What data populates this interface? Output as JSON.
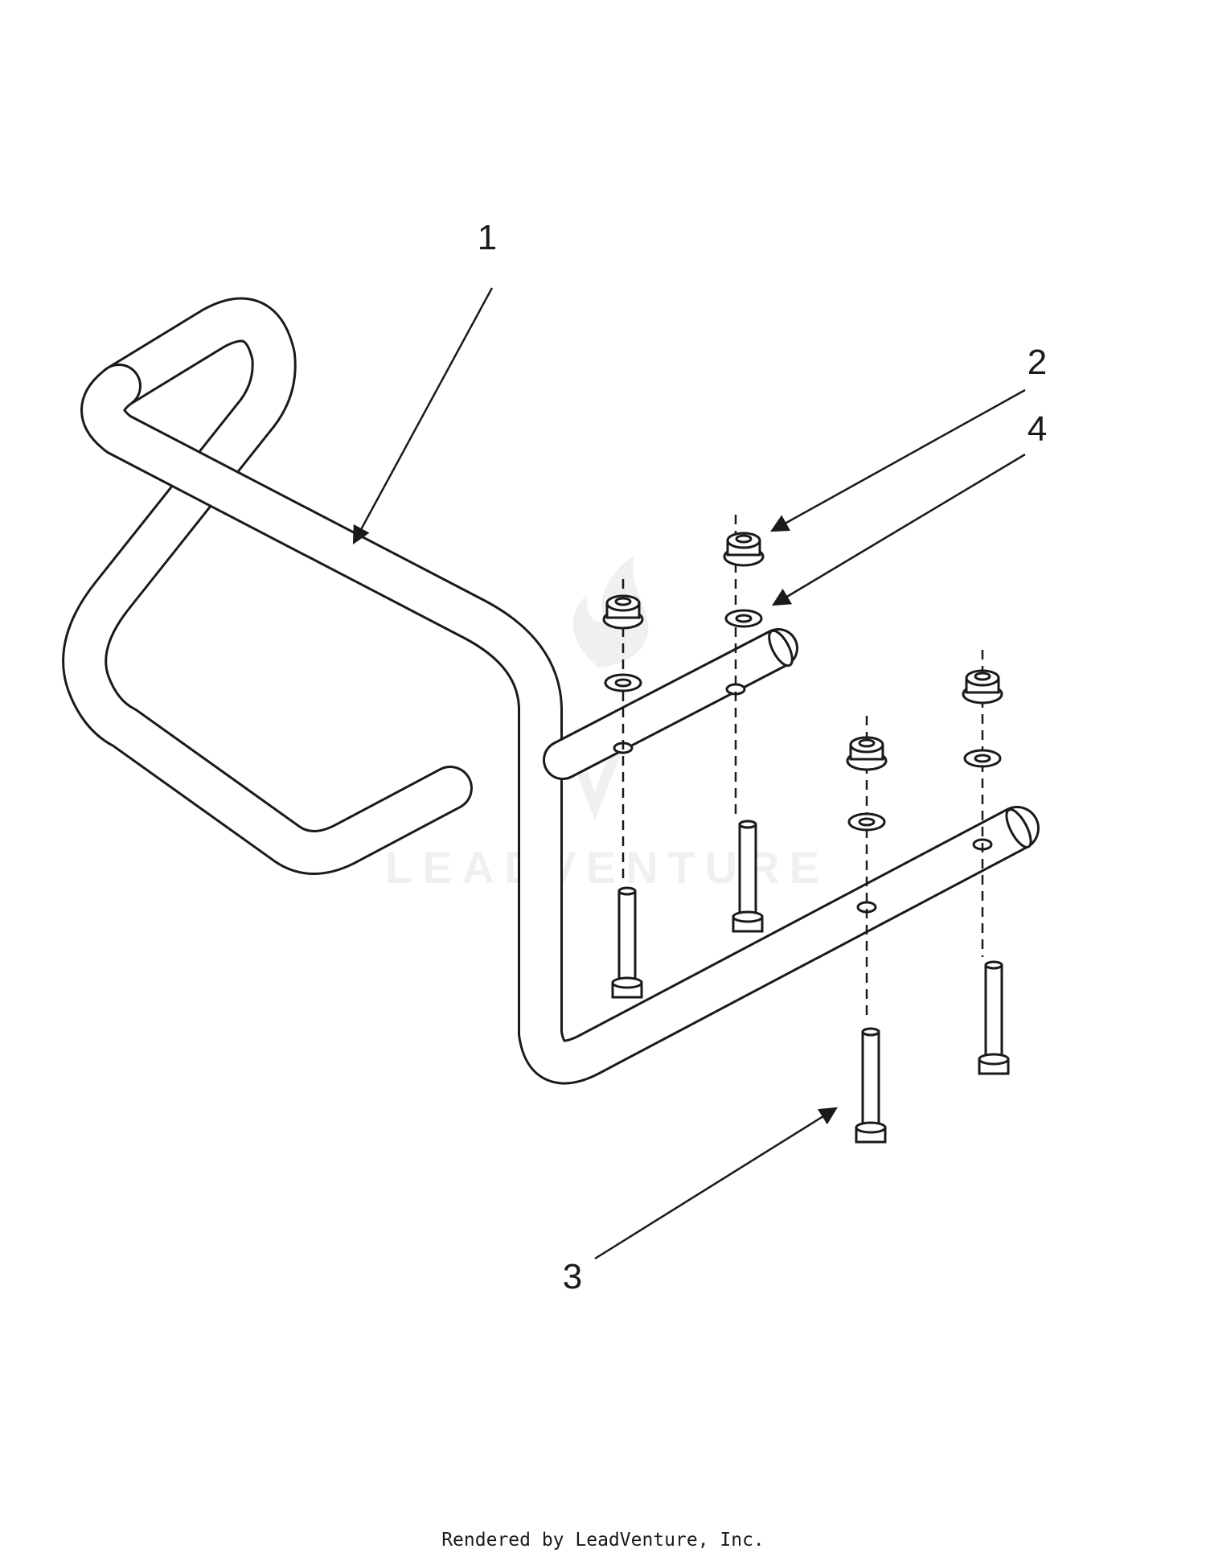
{
  "callouts": [
    {
      "id": "1",
      "label": "1"
    },
    {
      "id": "2",
      "label": "2"
    },
    {
      "id": "3",
      "label": "3"
    },
    {
      "id": "4",
      "label": "4"
    }
  ],
  "watermark": "LEADVENTURE",
  "footer": "Rendered by LeadVenture, Inc.",
  "colors": {
    "line": "#1a1a1a",
    "background": "#ffffff"
  }
}
